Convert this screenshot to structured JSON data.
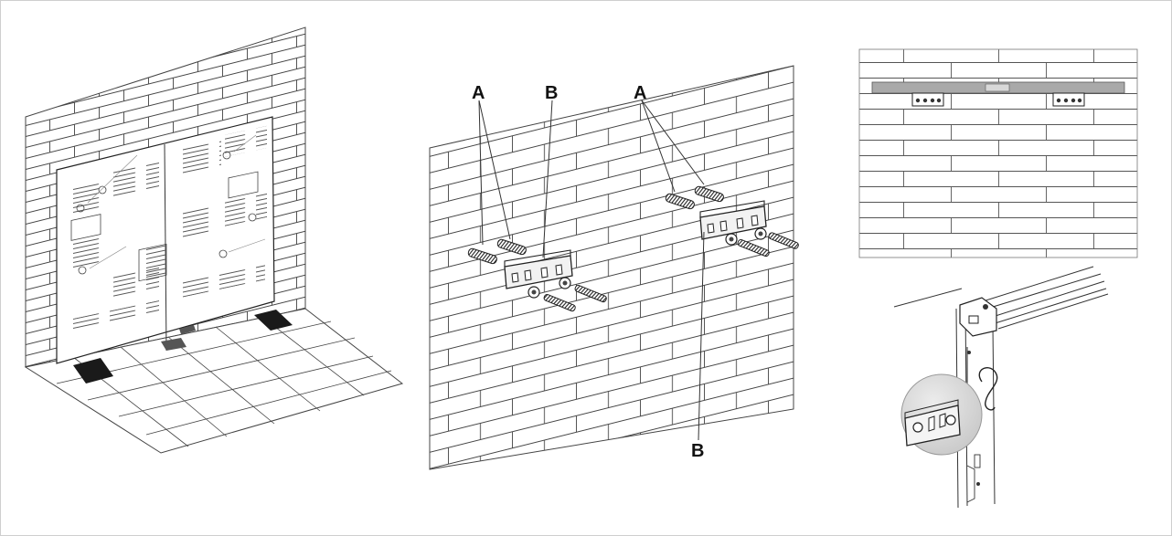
{
  "colors": {
    "ink": "#333333",
    "frame": "#cfcfcf",
    "level_bar": "#a9a9a9",
    "magnifier": "#d6d6d6",
    "background": "#ffffff"
  },
  "step2": {
    "callouts": {
      "a_left": "A",
      "b_left": "B",
      "a_right": "A",
      "b_right": "B"
    }
  }
}
